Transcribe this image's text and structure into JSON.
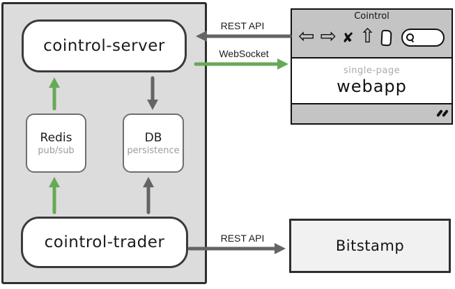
{
  "colors": {
    "green": "#67a956",
    "gray": "#646464",
    "dark_border": "#2e2e2e",
    "container_fill": "#dcdcdc",
    "browser_chrome_fill": "#c4c4c4"
  },
  "backend": {
    "server": {
      "label": "cointrol-server"
    },
    "redis": {
      "title": "Redis",
      "subtitle": "pub/sub"
    },
    "db": {
      "title": "DB",
      "subtitle": "persistence"
    },
    "trader": {
      "label": "cointrol-trader"
    }
  },
  "connections": {
    "server_browser_rest": "REST API",
    "server_browser_websocket": "WebSocket",
    "trader_bitstamp_rest": "REST API"
  },
  "browser": {
    "title": "Cointrol",
    "toolbar_icons": [
      {
        "name": "back-icon",
        "glyph": "⇦"
      },
      {
        "name": "forward-icon",
        "glyph": "⇨"
      },
      {
        "name": "stop-icon",
        "glyph": "✘"
      },
      {
        "name": "home-icon",
        "glyph": "⇧"
      },
      {
        "name": "document-icon",
        "glyph": ""
      },
      {
        "name": "search-icon",
        "glyph": ""
      }
    ],
    "content": {
      "subtitle": "single-page",
      "title": "webapp"
    }
  },
  "bitstamp": {
    "label": "Bitstamp"
  }
}
